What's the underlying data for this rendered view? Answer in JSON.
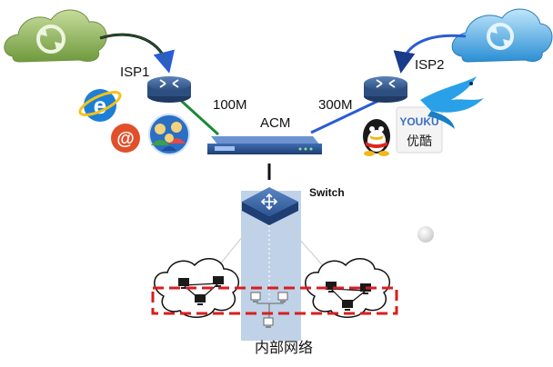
{
  "labels": {
    "isp1": "ISP1",
    "isp2": "ISP2",
    "link_left": "100M",
    "link_right": "300M",
    "acm": "ACM",
    "switch": "Switch",
    "internal_network": "内部网络"
  },
  "logos": {
    "youku_line1": "YOUKU",
    "youku_line2": "优酷"
  },
  "icons": [
    "cloud-sync-icon",
    "router-icon",
    "ie-icon",
    "email-icon",
    "messenger-icon",
    "qq-icon",
    "youku-icon",
    "bird-icon",
    "switch-icon",
    "pc-icon"
  ],
  "colors": {
    "isp1_cloud": "#8fb55a",
    "isp2_cloud": "#4aa8e0",
    "link_left": "#1a8a3a",
    "link_right": "#2a5cd6",
    "dashed_box": "#d81e1e",
    "switch_column": "#a9c3e0"
  }
}
